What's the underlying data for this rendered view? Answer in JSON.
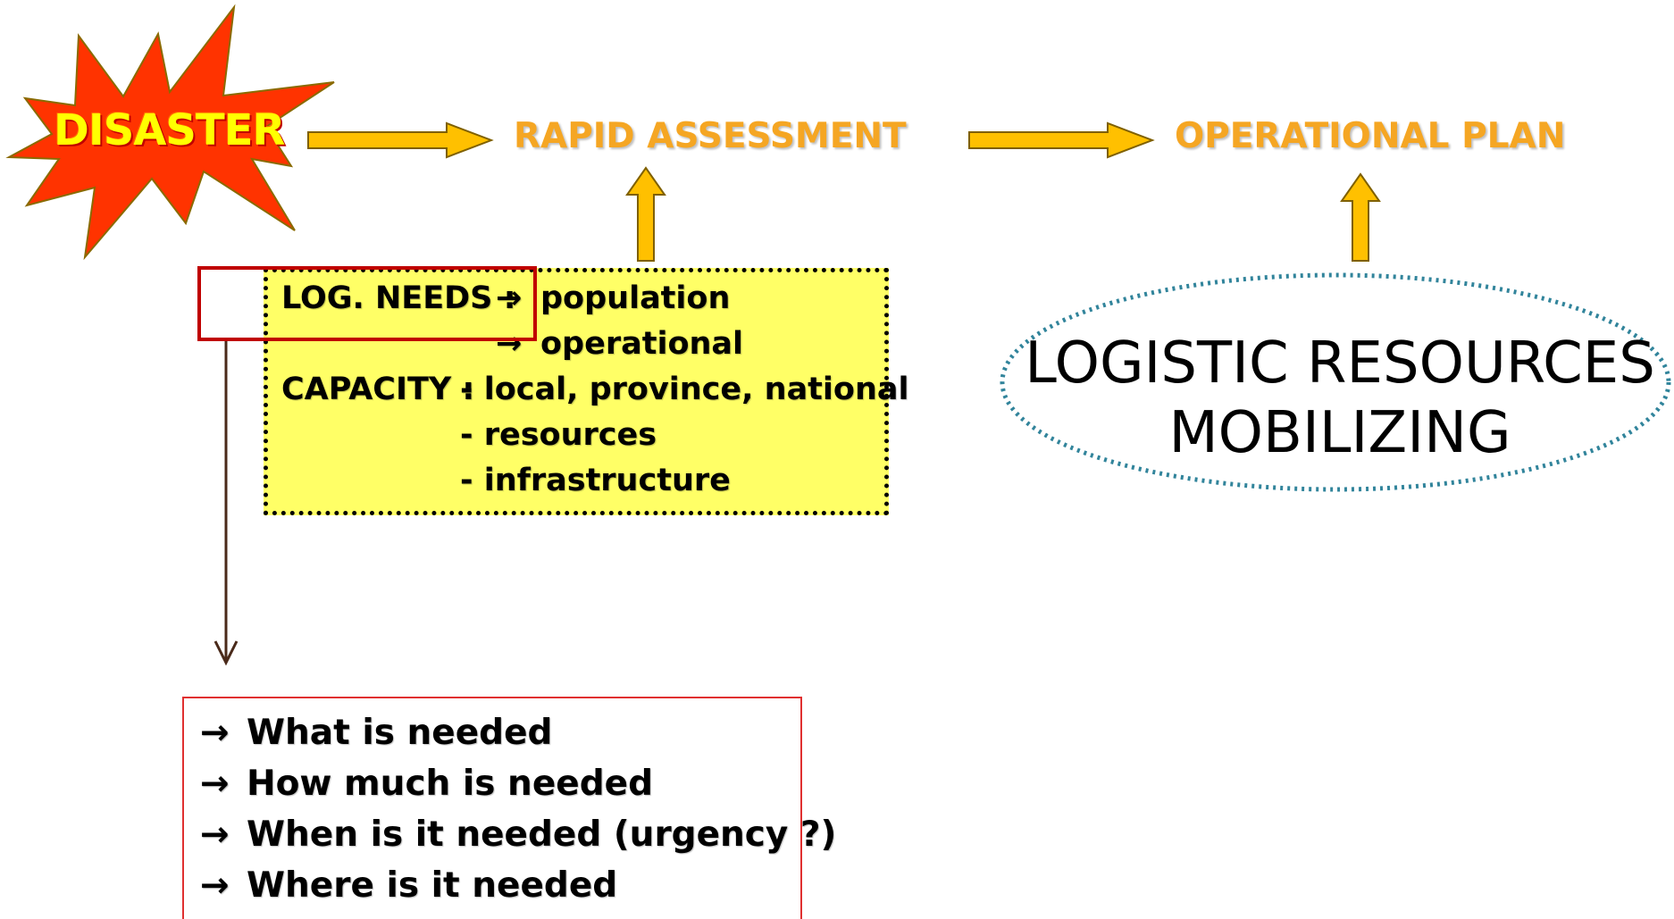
{
  "burst": {
    "label": "DISASTER",
    "color": "#ff3300"
  },
  "steps": {
    "assessment": "RAPID ASSESSMENT",
    "plan": "OPERATIONAL PLAN"
  },
  "needs_box": {
    "log_needs_label": "LOG. NEEDS :",
    "needs": [
      "population",
      "operational"
    ],
    "capacity_label": "CAPACITY :",
    "capacity_items": [
      "- local, province, national",
      "- resources",
      "- infrastructure"
    ],
    "arrow_glyph": "→"
  },
  "resources": {
    "line1": "LOGISTIC RESOURCES",
    "line2": "MOBILIZING"
  },
  "questions": {
    "arrow_glyph": "→",
    "items": [
      "What is needed",
      "How much is needed",
      "When is it needed (urgency ?)",
      "Where is it needed"
    ]
  },
  "colors": {
    "arrow_fill": "#ffc000",
    "arrow_stroke": "#7f6000",
    "step_text": "#f5a623",
    "box_fill": "#ffff66",
    "ellipse_stroke": "#31849b",
    "down_arrow": "#4a2a1a"
  }
}
